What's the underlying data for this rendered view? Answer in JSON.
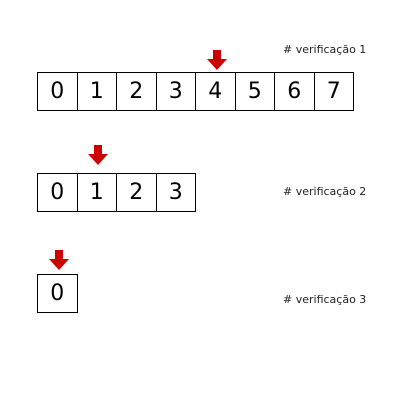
{
  "steps": [
    {
      "label": "# verificação 1",
      "cells": [
        "0",
        "1",
        "2",
        "3",
        "4",
        "5",
        "6",
        "7"
      ],
      "pointer_index": 4
    },
    {
      "label": "# verificação 2",
      "cells": [
        "0",
        "1",
        "2",
        "3"
      ],
      "pointer_index": 1
    },
    {
      "label": "# verificação 3",
      "cells": [
        "0"
      ],
      "pointer_index": 0
    }
  ],
  "colors": {
    "arrow": "#cc0000",
    "border": "#000000",
    "text": "#000000"
  }
}
